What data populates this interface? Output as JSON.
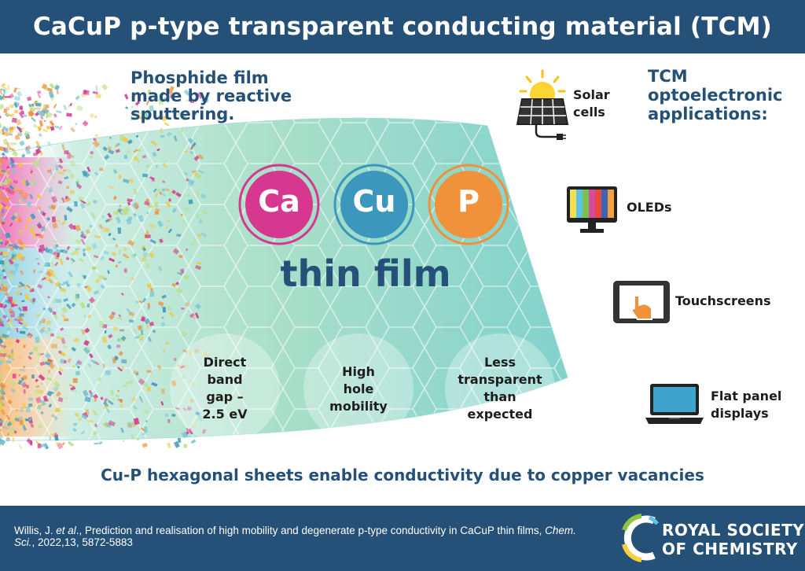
{
  "header": {
    "title": "CaCuP p-type transparent conducting material (TCM)"
  },
  "intro": {
    "text": "Phosphide film made by reactive sputtering."
  },
  "elements": [
    {
      "symbol": "Ca",
      "color": "#d6388f"
    },
    {
      "symbol": "Cu",
      "color": "#3b97bb"
    },
    {
      "symbol": "P",
      "color": "#f0913b"
    }
  ],
  "film_label": "thin film",
  "properties": [
    {
      "text": "Direct band gap – 2.5 eV",
      "lines": [
        "Direct",
        "band",
        "gap –",
        "2.5 eV"
      ]
    },
    {
      "text": "High hole mobility",
      "lines": [
        "High",
        "hole",
        "mobility"
      ]
    },
    {
      "text": "Less transparent than expected",
      "lines": [
        "Less",
        "transparent",
        "than",
        "expected"
      ]
    }
  ],
  "applications": {
    "title": "TCM optoelectronic applications:",
    "title_lines": [
      "TCM",
      "optoelectronic",
      "applications:"
    ],
    "items": [
      {
        "label": "Solar cells",
        "lines": [
          "Solar",
          "cells"
        ],
        "icon": "solar-panel-icon"
      },
      {
        "label": "OLEDs",
        "lines": [
          "OLEDs"
        ],
        "icon": "monitor-icon"
      },
      {
        "label": "Touchscreens",
        "lines": [
          "Touchscreens"
        ],
        "icon": "tablet-touch-icon"
      },
      {
        "label": "Flat panel displays",
        "lines": [
          "Flat panel",
          "displays"
        ],
        "icon": "laptop-icon"
      }
    ]
  },
  "caption": "Cu-P hexagonal sheets enable conductivity due to copper vacancies",
  "footer": {
    "citation_authors": "Willis, J. ",
    "citation_etal": "et al",
    "citation_mid": "., Prediction and realisation of high mobility and degenerate p-type conductivity in CaCuP thin films, ",
    "citation_journal": "Chem. Sci.",
    "citation_end": ", 2022,13, 5872-5883",
    "publisher_line1": "ROYAL SOCIETY",
    "publisher_line2": "OF CHEMISTRY"
  },
  "colors": {
    "navy": "#255178",
    "ca_pink": "#d6388f",
    "cu_blue": "#3b97bb",
    "p_orange": "#f0913b",
    "film_teal": "#8fd3cf"
  }
}
